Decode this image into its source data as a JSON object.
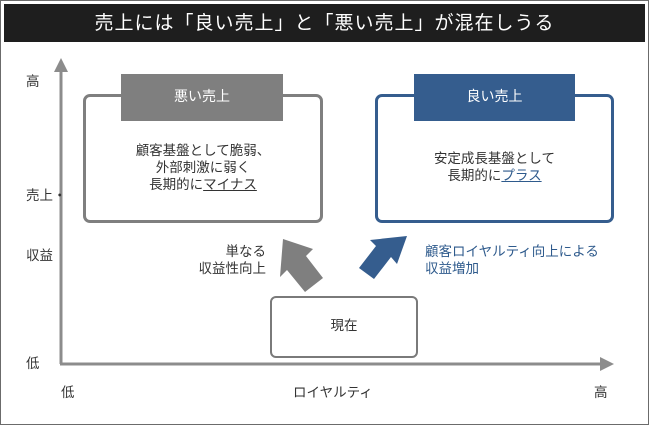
{
  "title": "売上には「良い売上」と「悪い売上」が混在しうる",
  "axes": {
    "y_label_top": "売上・",
    "y_label_bottom": "収益",
    "y_high": "高",
    "y_low": "低",
    "x_label": "ロイヤルティ",
    "x_low": "低",
    "x_high": "高"
  },
  "bad_sales": {
    "tag": "悪い売上",
    "lines": [
      "顧客基盤として脆弱、",
      "外部刺激に弱く",
      "長期的に"
    ],
    "emphasis": "マイナス"
  },
  "good_sales": {
    "tag": "良い売上",
    "lines": [
      "安定成長基盤として",
      "長期的に"
    ],
    "emphasis": "プラス"
  },
  "current": {
    "label": "現在"
  },
  "arrow_bad_label": [
    "単なる",
    "収益性向上"
  ],
  "arrow_good_label": [
    "顧客ロイヤルティ向上による",
    "収益増加"
  ],
  "colors": {
    "title_bg": "#1e1e1e",
    "gray_accent": "#7f7f7f",
    "blue_accent": "#355d8e",
    "good_text": "#2e5a8c",
    "axis": "#8c8c8c"
  }
}
